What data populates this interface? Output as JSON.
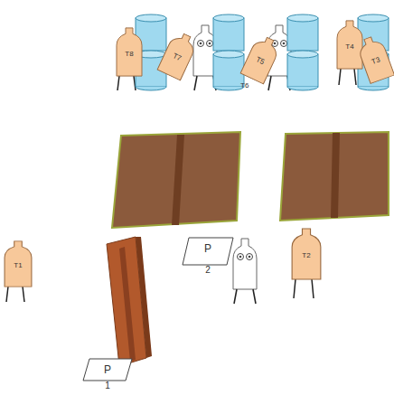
{
  "diagram": {
    "nodes": [
      {
        "text": [
          "T8"
        ]
      },
      {
        "text": [
          "T7"
        ]
      },
      {
        "text": [
          "T5"
        ]
      },
      {
        "text": [
          "T4"
        ]
      },
      {
        "text": [
          "T3"
        ]
      },
      {
        "text": [
          "T1"
        ]
      },
      {
        "text": [
          "P",
          "2"
        ]
      },
      {
        "text": [
          "T2"
        ]
      },
      {
        "text": [
          "P",
          "1"
        ]
      }
    ],
    "labels": [
      "T6"
    ]
  }
}
